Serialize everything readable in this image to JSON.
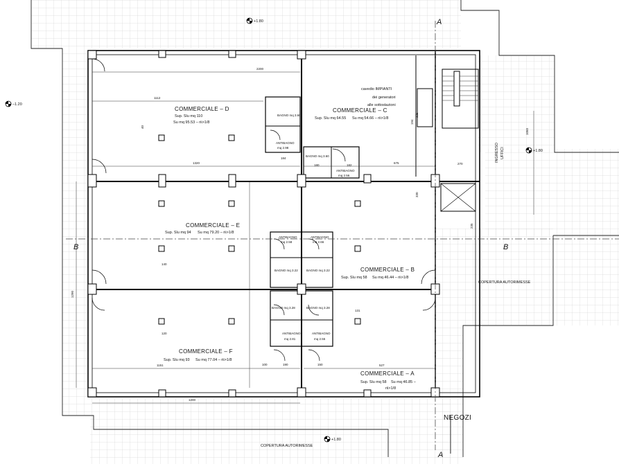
{
  "drawing": {
    "rooms": {
      "d": {
        "name": "COMMERCIALE – D",
        "area": "Sup. Slu mq 110",
        "detail": "Su mq 95.53 – rii>1/8"
      },
      "c": {
        "name": "COMMERCIALE – C",
        "area": "Sup. Slu mq 64.55",
        "detail": "Su mq 54.66 – rii>1/8"
      },
      "e": {
        "name": "COMMERCIALE – E",
        "area": "Sup. Slu mq 94",
        "detail": "Su mq 79.20 – rii>1/8"
      },
      "b": {
        "name": "COMMERCIALE – B",
        "area": "Sup. Slu mq 58",
        "detail": "Su mq 46.44 – rii>1/8"
      },
      "f": {
        "name": "COMMERCIALE – F",
        "area": "Sup. Slu mq 93",
        "detail": "Su mq 77.04 – rii>1/8"
      },
      "a": {
        "name": "COMMERCIALE – A",
        "area": "Sup. Slu mq 58",
        "detail": "Su mq 46.85 –",
        "ratio": "rii>1/8"
      }
    },
    "services": {
      "bagno_d": "BAGNO mq 3.60",
      "antibagno_d1": "ANTIBAGNO",
      "antibagno_d2": "mq 2.98",
      "bagno_c": "BAGNO mq 3.60",
      "antibagno_c1": "ANTIBAGNO",
      "antibagno_c2": "mq 2.56",
      "antibagno_e1": "ANTIBAGNO",
      "antibagno_e2": "mq 2.58",
      "antibagno_b1": "ANTIBAGNO",
      "antibagno_b2": "mq 2.66",
      "bagno_e": "BAGNO mq 3.22",
      "bagno_b": "BAGNO mq 3.22",
      "bagno_f": "BAGNO mq 3.28",
      "bagno_a": "BAGNO mq 3.28",
      "antibagno_f1": "ANTIBAGNO",
      "antibagno_f2": "mq 2.81",
      "antibagno_a1": "ANTIBAGNO",
      "antibagno_a2": "mq 2.55"
    },
    "cavedio": {
      "line1": "cavedio IMPIANTI",
      "line2": "dei generatori",
      "line3": "alle sottostazioni"
    },
    "ingresso": {
      "line1": "INGRESSO",
      "line2": "UFFICI"
    },
    "copertura_right": "COPERTURA AUTORIMESSE",
    "copertura_bottom": "COPERTURA AUTORIMESSE",
    "negozi": "NEGOZI",
    "levels": {
      "top": "+1.80",
      "left": "–1.20",
      "right": "+1.80",
      "bottom": "+1.80"
    },
    "section_marks": {
      "a_top": "A",
      "a_bottom": "A",
      "b_left": "B",
      "b_right": "B"
    },
    "dims": {
      "d_top": "2200",
      "d_left": "1112",
      "d_mid": "1320",
      "c_top": "675",
      "e_bottom": "1200",
      "f_bottom": "1151",
      "a_bottom": "527",
      "right_v": "1050",
      "left_v": "1290",
      "stair1": "270",
      "stair2": "325",
      "x184": "184",
      "x180": "180",
      "x182": "182",
      "x190": "190",
      "x150": "150",
      "x100": "100",
      "w140": "140",
      "w120": "120",
      "w131": "131",
      "v330": "330",
      "v235": "235",
      "v194": "194",
      "v40": "40"
    }
  }
}
